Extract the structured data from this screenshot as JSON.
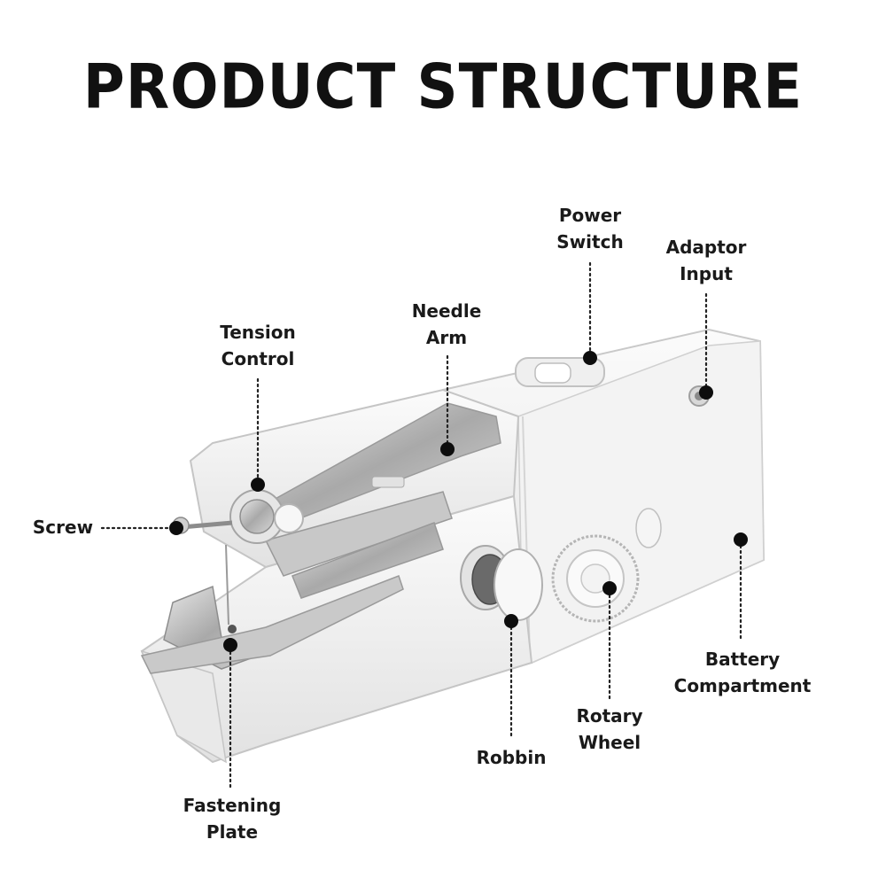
{
  "title": "PRODUCT STRUCTURE",
  "colors": {
    "text": "#111111",
    "body": "#f4f4f4",
    "outline": "#c9c9c9",
    "metal": "#b5b5b5",
    "dot": "#0d0d0d"
  },
  "labels": {
    "power_switch": [
      "Power",
      "Switch"
    ],
    "adaptor_input": [
      "Adaptor",
      "Input"
    ],
    "needle_arm": [
      "Needle",
      "Arm"
    ],
    "tension_control": [
      "Tension",
      "Control"
    ],
    "screw": [
      "Screw"
    ],
    "battery_compartment": [
      "Battery",
      "Compartment"
    ],
    "rotary_wheel": [
      "Rotary",
      "Wheel"
    ],
    "robbin": [
      "Robbin"
    ],
    "fastening_plate": [
      "Fastening",
      "Plate"
    ]
  }
}
